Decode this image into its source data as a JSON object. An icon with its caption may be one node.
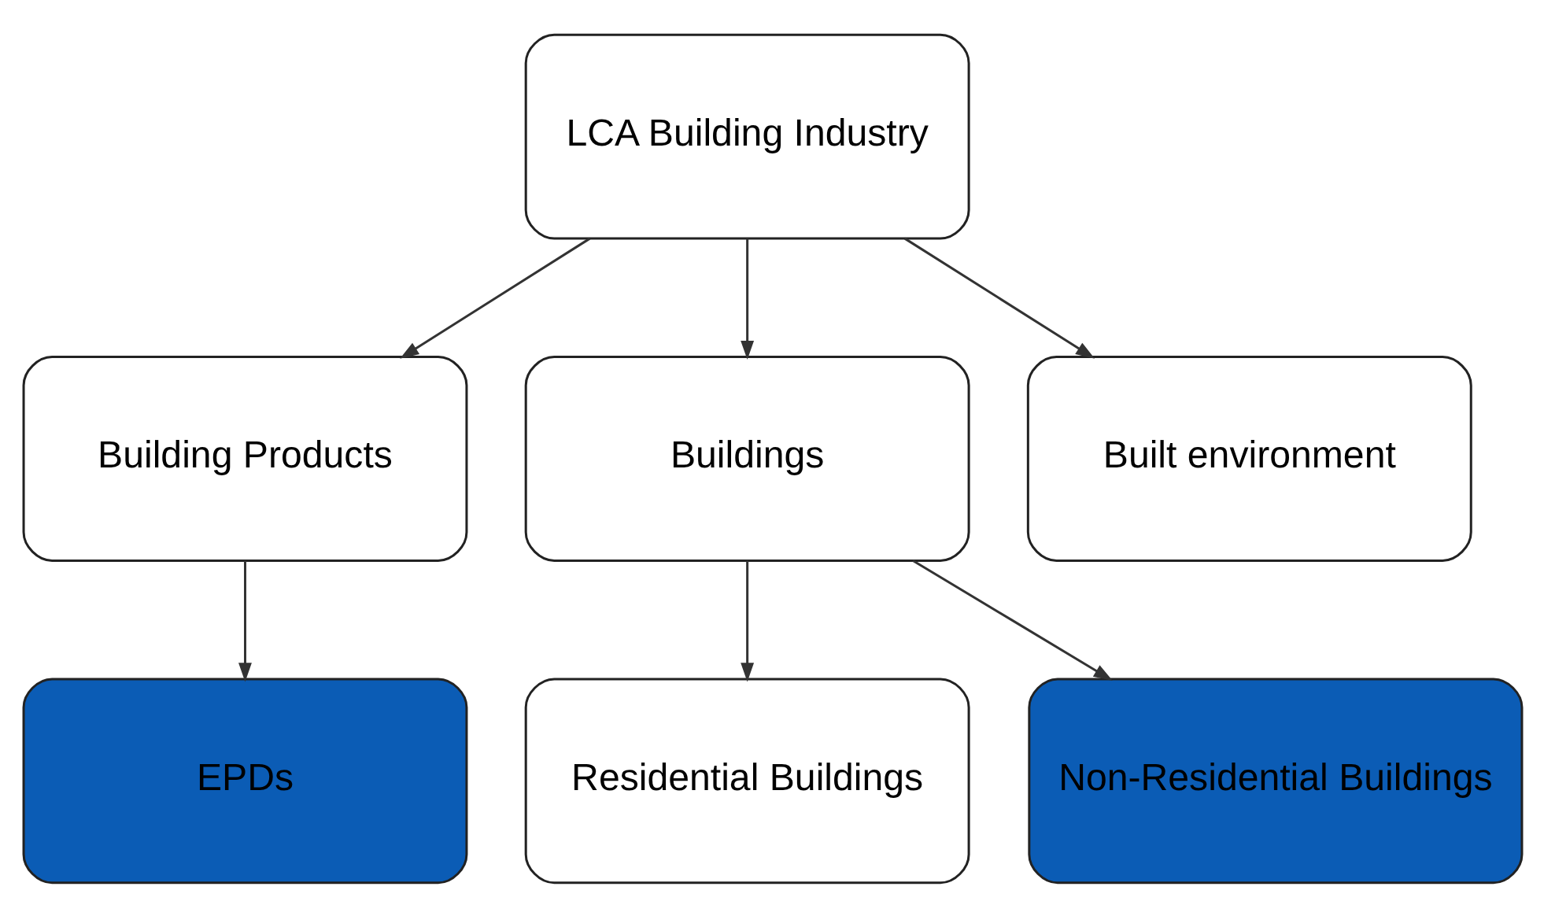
{
  "diagram": {
    "nodes": [
      {
        "text": [
          "LCA Building Industry"
        ]
      },
      {
        "text": [
          "Building Products"
        ]
      },
      {
        "text": [
          "Buildings"
        ]
      },
      {
        "text": [
          "Built environment"
        ]
      },
      {
        "text": [
          "EPDs"
        ]
      },
      {
        "text": [
          "Residential Buildings"
        ]
      },
      {
        "text": [
          "Non-Residential Buildings"
        ]
      }
    ],
    "edges": [
      {
        "from": 0,
        "to": 1,
        "arrow": "to"
      },
      {
        "from": 0,
        "to": 2,
        "arrow": "to"
      },
      {
        "from": 0,
        "to": 3,
        "arrow": "to"
      },
      {
        "from": 1,
        "to": 4,
        "arrow": "to"
      },
      {
        "from": 2,
        "to": 5,
        "arrow": "to"
      },
      {
        "from": 2,
        "to": 6,
        "arrow": "to"
      }
    ]
  }
}
